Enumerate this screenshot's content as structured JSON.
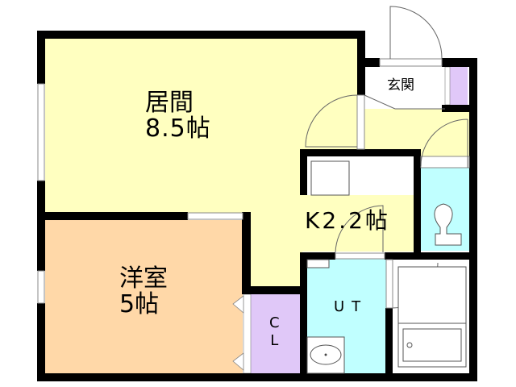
{
  "floor_plan": {
    "colors": {
      "wall": "#000000",
      "living": "#FFFFC0",
      "western": "#FFD8A8",
      "closet": "#E0C8F8",
      "wet": "#C0FFFF",
      "entrance": "#FFFFFF",
      "fixture": "#FFFFFF",
      "line": "#666666"
    },
    "rooms": {
      "living": {
        "name": "居間",
        "size": "8.5帖"
      },
      "western": {
        "name": "洋室",
        "size": "5帖"
      },
      "kitchen": {
        "label": "K2.2帖"
      },
      "entrance": {
        "name": "玄関"
      },
      "closet": {
        "line1": "C",
        "line2": "L"
      },
      "utility": {
        "label": "UT"
      }
    }
  }
}
